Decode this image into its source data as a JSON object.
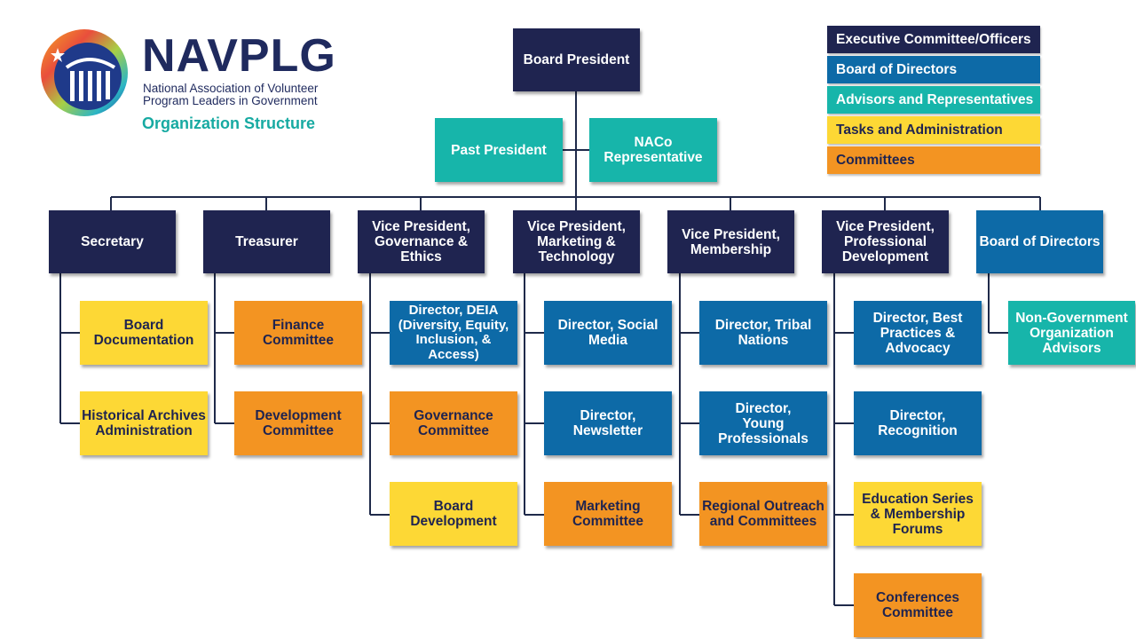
{
  "header": {
    "logo_title": "NAVPLG",
    "logo_subtitle_line1": "National Association of Volunteer",
    "logo_subtitle_line2": "Program Leaders in Government",
    "section_title": "Organization Structure",
    "logo_icon": "capitol-column-icon"
  },
  "legend": [
    {
      "label": "Executive Committee/Officers",
      "category": "exec",
      "color": "#1f2450"
    },
    {
      "label": "Board of Directors",
      "category": "board",
      "color": "#0d6aa7"
    },
    {
      "label": "Advisors and Representatives",
      "category": "adv",
      "color": "#17b5aa"
    },
    {
      "label": "Tasks and Administration",
      "category": "task",
      "color": "#fdd835"
    },
    {
      "label": "Committees",
      "category": "comm",
      "color": "#f39422"
    }
  ],
  "nodes": {
    "president": "Board President",
    "past_president": "Past President",
    "naco": "NACo Representative",
    "secretary": "Secretary",
    "treasurer": "Treasurer",
    "vp_gov": "Vice President, Governance & Ethics",
    "vp_mkt": "Vice President, Marketing & Technology",
    "vp_mem": "Vice President, Membership",
    "vp_pd": "Vice President, Professional Development",
    "bod": "Board of Directors",
    "board_doc": "Board Documentation",
    "hist": "Historical Archives Administration",
    "finance": "Finance Committee",
    "development": "Development Committee",
    "deia": "Director, DEIA (Diversity, Equity, Inclusion, & Access)",
    "gov_comm": "Governance Committee",
    "board_dev": "Board Development",
    "social": "Director, Social Media",
    "newsletter": "Director, Newsletter",
    "mkt_comm": "Marketing Committee",
    "tribal": "Director, Tribal Nations",
    "young": "Director, Young Professionals",
    "regional": "Regional Outreach and Committees",
    "best": "Director, Best Practices & Advocacy",
    "recog": "Director, Recognition",
    "edu": "Education Series & Membership Forums",
    "conf": "Conferences Committee",
    "ngo": "Non-Government Organization Advisors"
  }
}
